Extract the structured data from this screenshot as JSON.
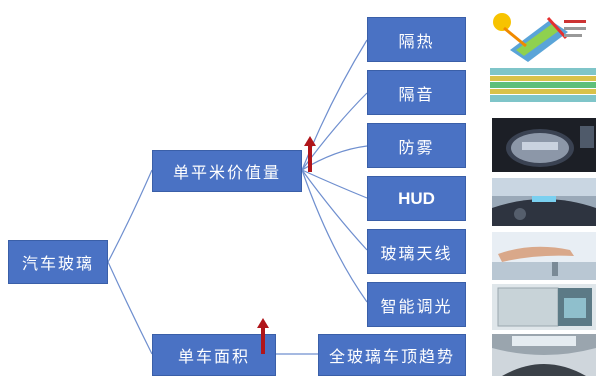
{
  "root": {
    "label": "汽车玻璃"
  },
  "branches": [
    {
      "label": "单平米价值量",
      "trend": "up"
    },
    {
      "label": "单车面积",
      "trend": "up"
    }
  ],
  "value_features": [
    {
      "label": "隔热"
    },
    {
      "label": "隔音"
    },
    {
      "label": "防雾"
    },
    {
      "label": "HUD"
    },
    {
      "label": "玻璃天线"
    },
    {
      "label": "智能调光"
    }
  ],
  "area_features": [
    {
      "label": "全玻璃车顶趋势"
    }
  ],
  "colors": {
    "node_fill": "#4a72c4",
    "node_border": "#3a5fa8",
    "connector": "#6f8fcf",
    "arrow": "#b0151a"
  },
  "icons": [
    "heat-insulation-diagram-icon",
    "acoustic-glass-layers-icon",
    "anti-fog-mirror-icon",
    "hud-dashboard-icon",
    "glass-antenna-hand-icon",
    "smart-dimming-glass-icon",
    "panoramic-roof-icon"
  ]
}
